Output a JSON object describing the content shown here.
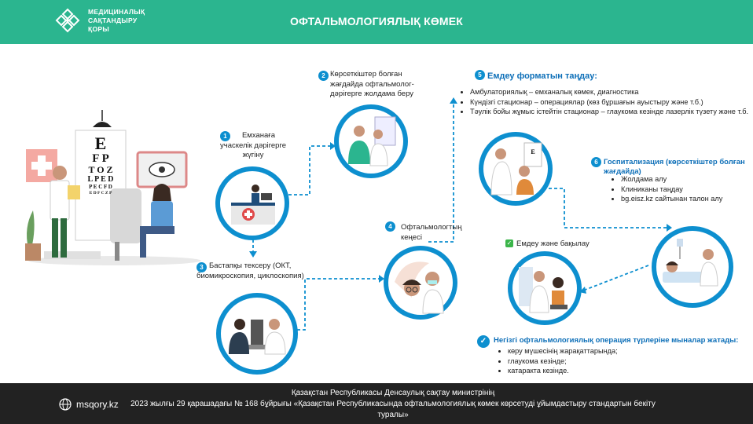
{
  "header": {
    "logo_lines": [
      "МЕДИЦИНАЛЫҚ",
      "САҚТАНДЫРУ",
      "ҚОРЫ"
    ],
    "title": "ОФТАЛЬМОЛОГИЯЛЫҚ КӨМЕК",
    "logo_icon": "flower-logo-icon"
  },
  "steps": [
    {
      "num": "1",
      "lines": [
        "Емханаға",
        "учаскелік дәрігерге",
        "жүгіну"
      ]
    },
    {
      "num": "2",
      "lines": [
        "Көрсеткіштер болған",
        "жағдайда офтальмолог-",
        "дәрігерге жолдама беру"
      ]
    },
    {
      "num": "3",
      "lines": [
        "Бастапқы тексеру (ОКТ,",
        "биомикроскопия, циклоскопия)"
      ]
    },
    {
      "num": "4",
      "lines": [
        "Офтальмологтың",
        "кеңесі"
      ]
    },
    {
      "num": "5",
      "title": "Емдеу форматын таңдау:",
      "items": [
        "Амбулаториялық – емханалық көмек, диагностика",
        "Күндізгі стационар – операциялар (көз бұршағын ауыстыру және т.б.)",
        "Тәулік бойы жұмыс істейтін стационар – глаукома кезінде лазерлік түзету және т.б."
      ]
    },
    {
      "num": "6",
      "title_lines": [
        "Госпитализация (көрсеткіштер болған",
        "жағдайда)"
      ],
      "items": [
        "Жолдама алу",
        "Клиниканы таңдау",
        "bg.eisz.kz сайтынан талон алу"
      ]
    }
  ],
  "treatment": {
    "check_icon": "green-check-icon",
    "label": "Емдеу және бақылау"
  },
  "operations": {
    "title": "Негізгі офтальмологиялық операция түрлеріне мыналар жатады:",
    "items": [
      "көру мүшесінің жарақаттарында;",
      "глаукома кезінде;",
      "катаракта кезінде."
    ]
  },
  "eye_chart": [
    "E",
    "F P",
    "T O Z",
    "L P E D",
    "P E C F D",
    "E D F C Z P"
  ],
  "footer": {
    "site": "msqory.kz",
    "lines": [
      "Қазақстан Республикасы Денсаулық сақтау министрінің",
      "2023 жылғы 29 қарашадағы № 168 бұйрығы «Қазақстан Республикасында офтальмологиялық көмек көрсетуді ұйымдастыру стандартын бекіту",
      "туралы»"
    ]
  },
  "colors": {
    "header": "#2bb58f",
    "accent": "#0d8fcf",
    "footer": "#222222"
  }
}
